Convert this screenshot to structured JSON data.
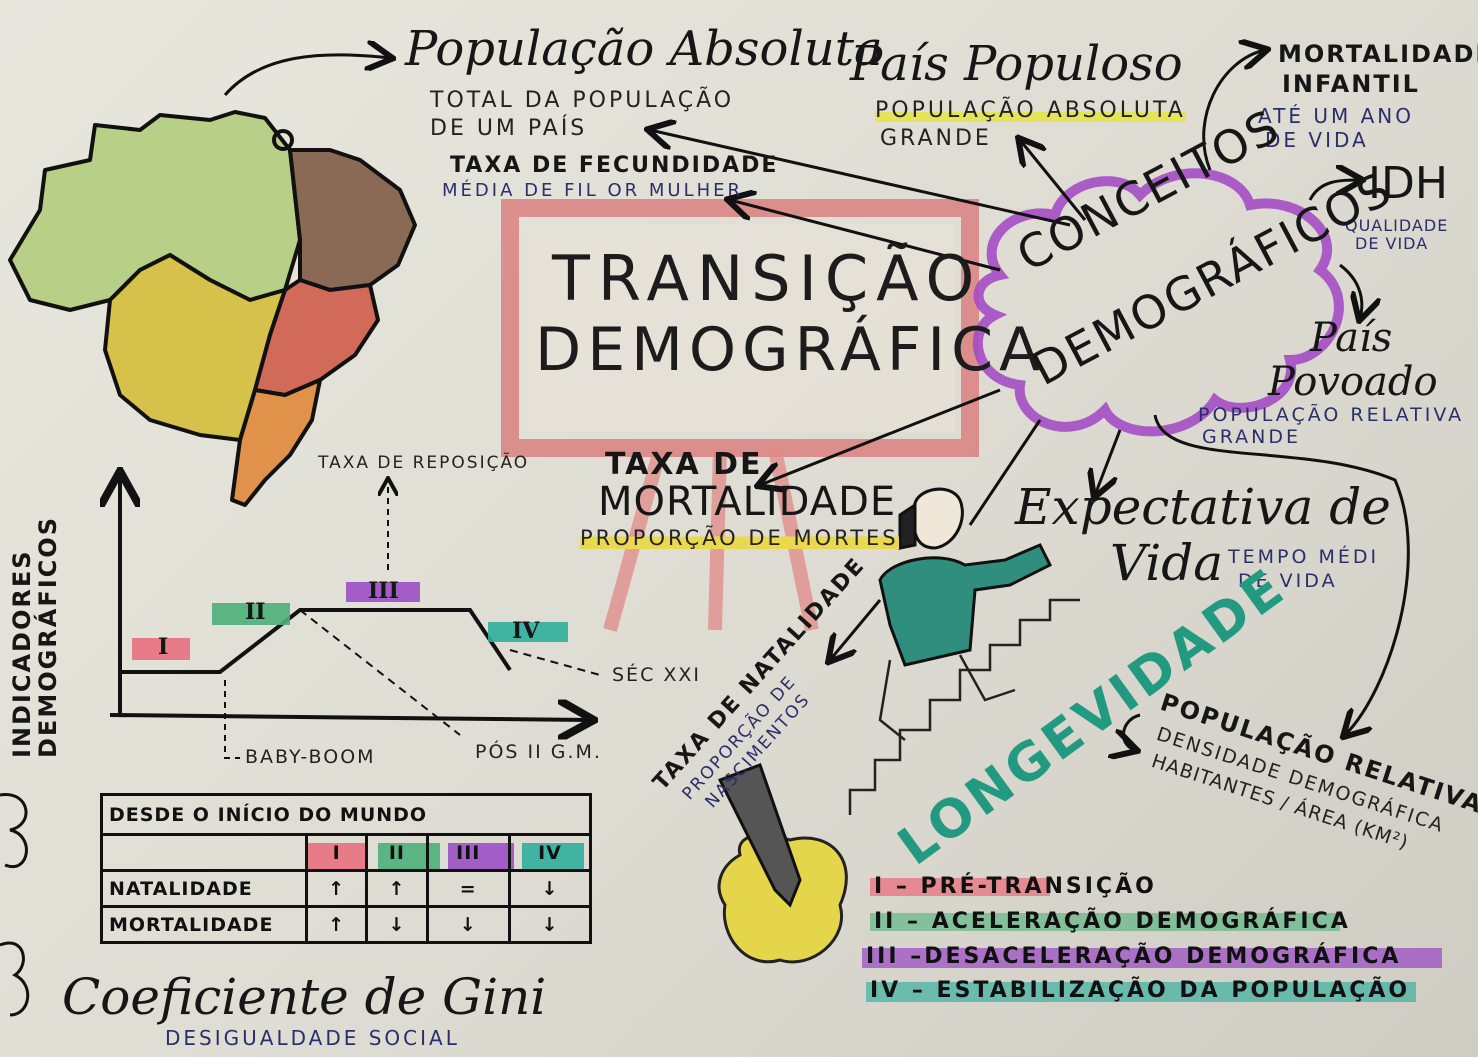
{
  "title": {
    "line1": "TRANSIÇÃO",
    "line2": "DEMOGRÁFICA"
  },
  "center_concept": {
    "line1": "CONCEITOS",
    "line2": "DEMOGRÁFICOS"
  },
  "populacao_absoluta": {
    "heading": "População Absoluta",
    "desc_line1": "TOTAL DA POPULAÇÃO",
    "desc_line2": "DE UM PAÍS"
  },
  "pais_populoso": {
    "heading": "País Populoso",
    "desc_line1": "POPULAÇÃO ABSOLUTA",
    "desc_line2": "GRANDE"
  },
  "mortalidade_infantil": {
    "heading_line1": "MORTALIDADE",
    "heading_line2": "INFANTIL",
    "desc_line1": "ATÉ UM ANO",
    "desc_line2": "DE VIDA"
  },
  "idh": {
    "heading": "IDH",
    "desc_line1": "QUALIDADE",
    "desc_line2": "DE VIDA"
  },
  "pais_povoado": {
    "heading_line1": "País",
    "heading_line2": "Povoado",
    "desc_line1": "POPULAÇÃO RELATIVA",
    "desc_line2": "GRANDE"
  },
  "taxa_fecundidade": {
    "heading": "TAXA DE FECUNDIDADE",
    "desc": "MÉDIA DE FIL          OR MULHER"
  },
  "taxa_mortalidade": {
    "heading_line1": "TAXA DE",
    "heading_line2": "MORTALIDADE",
    "desc": "PROPORÇÃO DE MORTES"
  },
  "expectativa_vida": {
    "heading_line1": "Expectativa de",
    "heading_line2": "Vida",
    "desc_line1": "TEMPO MÉDI",
    "desc_line2": "DE VIDA"
  },
  "longevidade": "LONGEVIDADE",
  "populacao_relativa": {
    "heading": "POPULAÇÃO RELATIVA",
    "desc_line1": "DENSIDADE DEMOGRÁFICA",
    "desc_line2": "HABITANTES / ÁREA (KM²)"
  },
  "taxa_natalidade": {
    "heading": "TAXA DE NATALIDADE",
    "desc_line1": "PROPORÇÃO DE",
    "desc_line2": "NASCIMENTOS"
  },
  "gini": {
    "heading": "Coeficiente de Gini",
    "desc": "DESIGUALDADE SOCIAL"
  },
  "indicadores": {
    "line1": "INDICADORES",
    "line2": "DEMOGRÁFICOS"
  },
  "graph": {
    "taxa_reposicao": "TAXA DE REPOSIÇÃO",
    "baby_boom": "BABY-BOOM",
    "pos_guerra": "PÓS II G.M.",
    "sec_xxi": "SÉC XXI",
    "phases": [
      "I",
      "II",
      "III",
      "IV"
    ]
  },
  "table": {
    "header": "DESDE O INÍCIO DO MUNDO",
    "phases": [
      "I",
      "II",
      "III",
      "IV"
    ],
    "rows": [
      {
        "label": "NATALIDADE",
        "values": [
          "↑",
          "↑",
          "=",
          "↓"
        ]
      },
      {
        "label": "MORTALIDADE",
        "values": [
          "↑",
          "↓",
          "↓",
          "↓"
        ]
      }
    ]
  },
  "legend": [
    {
      "num": "I",
      "text": "PRÉ-TRANSIÇÃO",
      "color": "#e8707e"
    },
    {
      "num": "II",
      "text": "ACELERAÇÃO DEMOGRÁFICA",
      "color": "#4db07a"
    },
    {
      "num": "III",
      "text": "DESACELERAÇÃO DEMOGRÁFICA",
      "color": "#9b4fc4"
    },
    {
      "num": "IV",
      "text": "ESTABILIZAÇÃO DA POPULAÇÃO",
      "color": "#2fae9c"
    }
  ],
  "colors": {
    "phase1": "#e8707e",
    "phase2": "#4db07a",
    "phase3": "#9b4fc4",
    "phase4": "#2fae9c",
    "cloud": "#a44cc4",
    "board": "#d66a6a",
    "longevidade": "#229a82",
    "highlight": "#e5e35a"
  }
}
